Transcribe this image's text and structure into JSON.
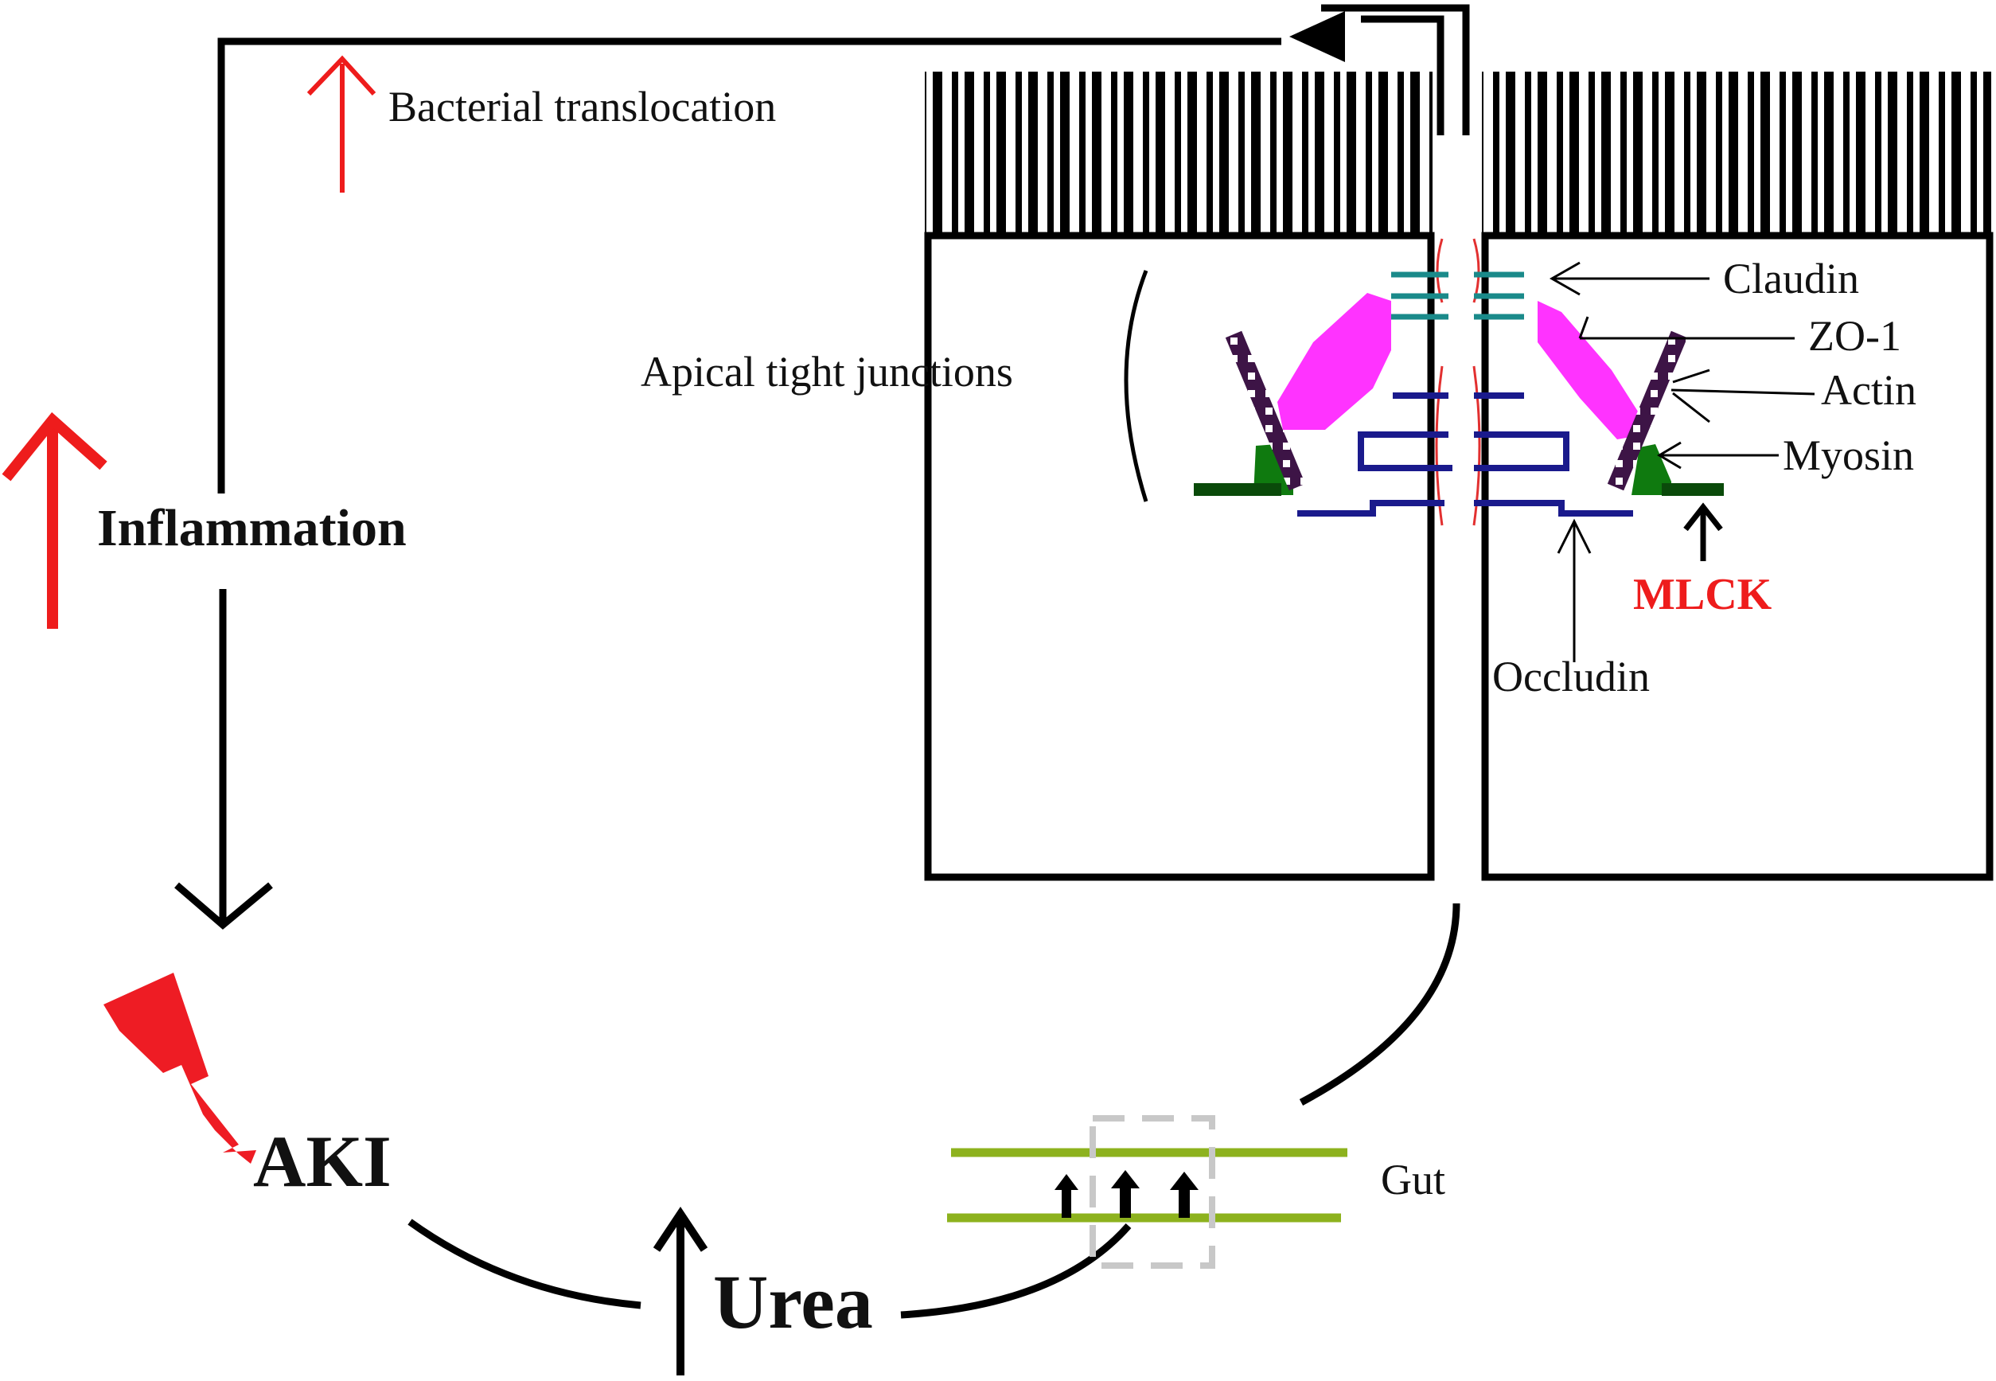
{
  "labels": {
    "bacterial_translocation": "Bacterial translocation",
    "inflammation": "Inflammation",
    "aki": "AKI",
    "urea": "Urea",
    "gut": "Gut",
    "apical_tight_junctions": "Apical tight junctions",
    "claudin": "Claudin",
    "zo1": "ZO-1",
    "actin": "Actin",
    "myosin": "Myosin",
    "mlck": "MLCK",
    "occludin": "Occludin"
  },
  "colors": {
    "increase_arrow": "#ee1c1c",
    "mlck_text": "#ee1c1c",
    "aki_bolt": "#ee1c24",
    "claudin": "#1a8a8a",
    "zo1": "#ff33ff",
    "actin": "#3d1446",
    "myosin": "#0f7a0f",
    "occludin": "#1a1a8c",
    "membrane_line": "#e23030",
    "gut_wall": "#8db21e",
    "dashed_box": "#c8c8c8"
  }
}
